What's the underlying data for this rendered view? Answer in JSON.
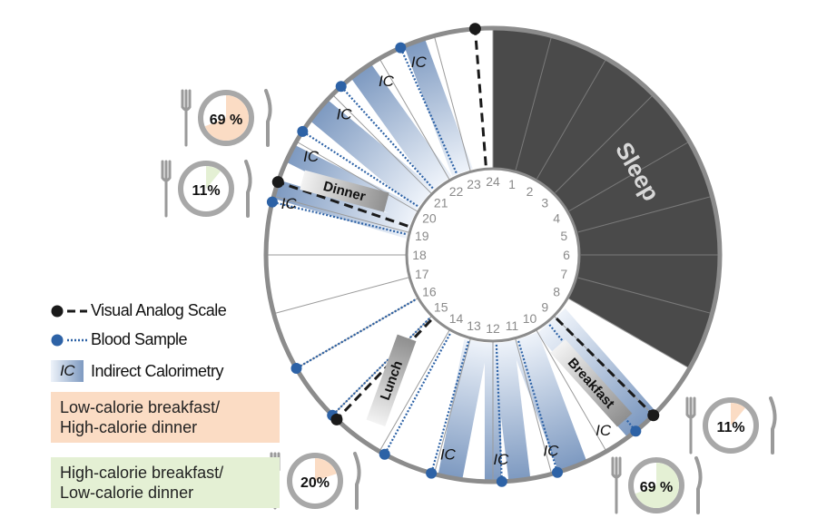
{
  "diagram": {
    "hours": [
      "1",
      "2",
      "3",
      "4",
      "5",
      "6",
      "7",
      "8",
      "9",
      "10",
      "11",
      "12",
      "13",
      "14",
      "15",
      "16",
      "17",
      "18",
      "19",
      "20",
      "21",
      "22",
      "23",
      "24"
    ],
    "sleep_label": "Sleep",
    "meal_labels": {
      "breakfast": "Breakfast",
      "lunch": "Lunch",
      "dinner": "Dinner"
    },
    "ic_label": "IC"
  },
  "legend": {
    "vas": "Visual Analog Scale",
    "blood": "Blood Sample",
    "ic_tag": "IC",
    "ic": "Indirect Calorimetry",
    "group_a_line1": "Low-calorie breakfast/",
    "group_a_line2": "High-calorie dinner",
    "group_b_line1": "High-calorie breakfast/",
    "group_b_line2": "Low-calorie dinner"
  },
  "meal_charts": [
    {
      "meal": "dinner",
      "group": "low-breakfast",
      "percent": 69,
      "label": "69 %"
    },
    {
      "meal": "dinner",
      "group": "high-breakfast",
      "percent": 11,
      "label": "11%"
    },
    {
      "meal": "breakfast",
      "group": "low-breakfast",
      "percent": 11,
      "label": "11%"
    },
    {
      "meal": "breakfast",
      "group": "high-breakfast",
      "percent": 69,
      "label": "69 %"
    },
    {
      "meal": "lunch",
      "group": "both",
      "percent": 20,
      "label": "20%"
    }
  ],
  "colors": {
    "sleep": "#4a4a4a",
    "ring": "#8c8c8c",
    "ic_light": "#dde6f2",
    "ic_dark": "#7d99c0",
    "blood": "#2d62a6",
    "vas": "#1a1a1a",
    "low_breakfast_group": "#fbdcc4",
    "high_breakfast_group": "#e4f0d4"
  }
}
